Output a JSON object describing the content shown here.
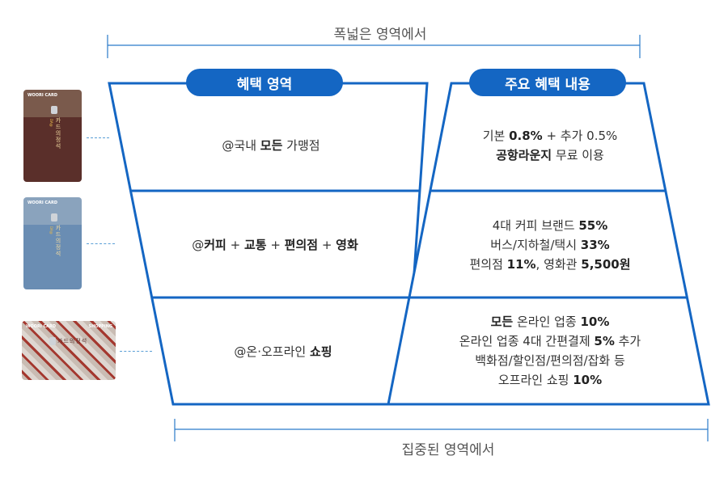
{
  "top_range": {
    "label": "폭넓은 영역에서"
  },
  "bottom_range": {
    "label": "집중된 영역에서"
  },
  "left_header": "혜택 영역",
  "right_header": "주요 혜택 내용",
  "left_rows": [
    {
      "parts": [
        {
          "t": "@국내 ",
          "b": false
        },
        {
          "t": "모든",
          "b": true
        },
        {
          "t": " 가맹점",
          "b": false
        }
      ]
    },
    {
      "parts": [
        {
          "t": "@",
          "b": false
        },
        {
          "t": "커피",
          "b": true
        },
        {
          "t": " + ",
          "b": false
        },
        {
          "t": "교통",
          "b": true
        },
        {
          "t": " + ",
          "b": false
        },
        {
          "t": "편의점",
          "b": true
        },
        {
          "t": " + ",
          "b": false
        },
        {
          "t": "영화",
          "b": true
        }
      ]
    },
    {
      "parts": [
        {
          "t": "@온·오프라인 ",
          "b": false
        },
        {
          "t": "쇼핑",
          "b": true
        }
      ]
    }
  ],
  "right_rows": [
    {
      "lines": [
        [
          {
            "t": "기본 ",
            "b": false
          },
          {
            "t": "0.8%",
            "b": true
          },
          {
            "t": " + 추가 0.5%",
            "b": false
          }
        ],
        [
          {
            "t": "공항라운지",
            "b": true
          },
          {
            "t": " 무료 이용",
            "b": false
          }
        ]
      ]
    },
    {
      "lines": [
        [
          {
            "t": "4대 커피 브랜드 ",
            "b": false
          },
          {
            "t": "55%",
            "b": true
          }
        ],
        [
          {
            "t": "버스/지하철/택시 ",
            "b": false
          },
          {
            "t": "33%",
            "b": true
          }
        ],
        [
          {
            "t": "편의점 ",
            "b": false
          },
          {
            "t": "11%",
            "b": true
          },
          {
            "t": ", 영화관 ",
            "b": false
          },
          {
            "t": "5,500원",
            "b": true
          }
        ]
      ]
    },
    {
      "lines": [
        [
          {
            "t": "모든",
            "b": true
          },
          {
            "t": " 온라인 업종 ",
            "b": false
          },
          {
            "t": "10%",
            "b": true
          }
        ],
        [
          {
            "t": "온라인 업종 4대 간편결제 ",
            "b": false
          },
          {
            "t": "5%",
            "b": true
          },
          {
            "t": " 추가",
            "b": false
          }
        ],
        [
          {
            "t": "백화점/할인점/편의점/잡화 등",
            "b": false
          }
        ],
        [
          {
            "t": "오프라인 쇼핑 ",
            "b": false
          },
          {
            "t": "10%",
            "b": true
          }
        ]
      ]
    }
  ],
  "cards": [
    {
      "brand": "WOORI CARD",
      "name": "카드의정석",
      "logo": "DA@",
      "top_color": "#7a5a4c",
      "bottom_color": "#5a2f2a",
      "badge": ""
    },
    {
      "brand": "WOORI CARD",
      "name": "카드의정석",
      "logo": "DA@",
      "top_color": "#8aa3bd",
      "bottom_color": "#6a8db3",
      "badge": ""
    },
    {
      "brand": "WOORI CARD",
      "name": "카드의정석",
      "logo": "",
      "top_color": "#d9d2cc",
      "bottom_color": "#b8aca4",
      "badge": "SHOPPING"
    }
  ],
  "colors": {
    "accent": "#1466c3",
    "dotted": "#5a9fd6",
    "bracket": "#2a7ac9"
  }
}
